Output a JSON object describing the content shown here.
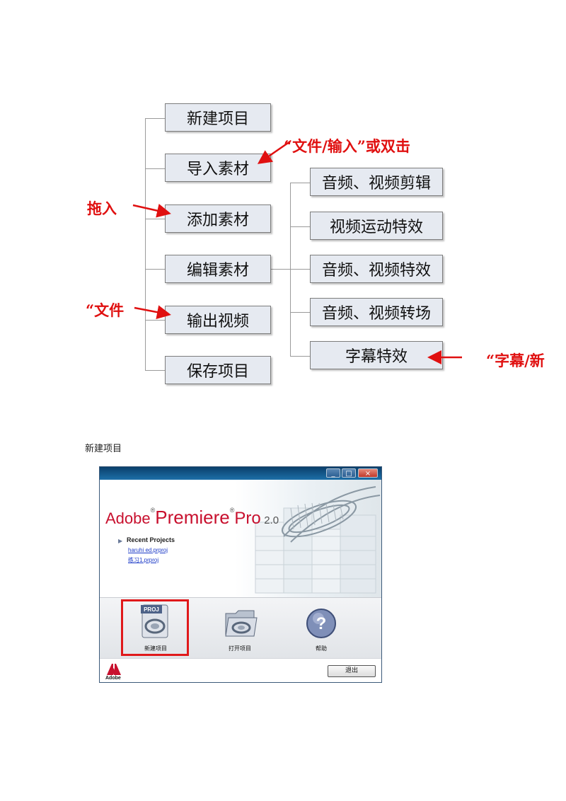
{
  "diagram": {
    "main_steps": [
      "新建项目",
      "导入素材",
      "添加素材",
      "编辑素材",
      "输出视频",
      "保存项目"
    ],
    "edit_substeps": [
      "音频、视频剪辑",
      "视频运动特效",
      "音频、视频特效",
      "音频、视频转场",
      "字幕特效"
    ],
    "annotations": {
      "import": "“文件/输入”或双击",
      "drag": "拖入",
      "export": "“文件",
      "title": "“字幕/新"
    }
  },
  "caption": "新建项目",
  "window": {
    "title_buttons": [
      "_",
      "□",
      "×"
    ],
    "brand": {
      "adobe": "Adobe",
      "product": "Premiere",
      "edition": "Pro",
      "version": "2.0",
      "reg": "®"
    },
    "recent_title": "Recent Projects",
    "recent_projects": [
      "haruhi ed.prproj",
      "练习1.prproj"
    ],
    "actions": [
      {
        "label": "新建项目",
        "icon": "new-project-icon",
        "badge": "PROJ"
      },
      {
        "label": "打开项目",
        "icon": "open-folder-icon"
      },
      {
        "label": "帮助",
        "icon": "help-icon"
      }
    ],
    "logo_text": "Adobe",
    "exit_label": "退出"
  },
  "colors": {
    "annotation_red": "#e01010",
    "box_fill": "#e6eaf1",
    "adobe_red": "#c8102e",
    "highlight": "#e0191b"
  }
}
